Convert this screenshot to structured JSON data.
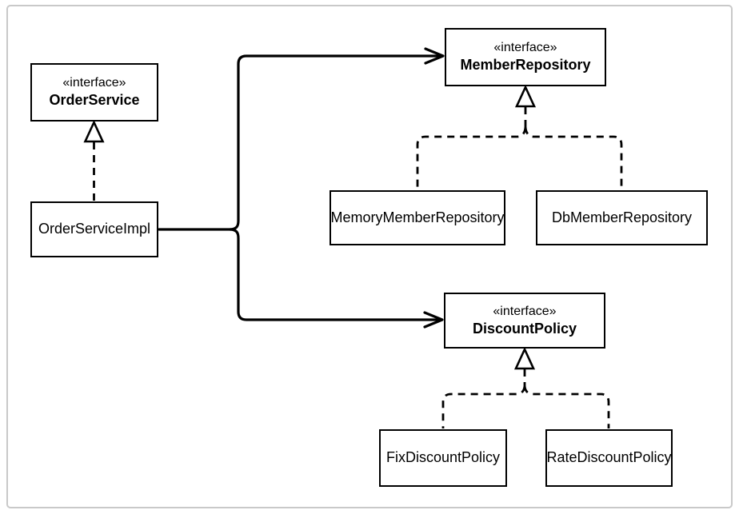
{
  "diagram": {
    "kind": "uml-class-diagram",
    "nodes": {
      "order_service": {
        "stereotype": "«interface»",
        "name": "OrderService"
      },
      "order_service_impl": {
        "name": "OrderServiceImpl"
      },
      "member_repository": {
        "stereotype": "«interface»",
        "name": "MemberRepository"
      },
      "memory_member_repository": {
        "name": "MemoryMemberRepository"
      },
      "db_member_repository": {
        "name": "DbMemberRepository"
      },
      "discount_policy": {
        "stereotype": "«interface»",
        "name": "DiscountPolicy"
      },
      "fix_discount_policy": {
        "name": "FixDiscountPolicy"
      },
      "rate_discount_policy": {
        "name": "RateDiscountPolicy"
      }
    },
    "edges": [
      {
        "from": "OrderServiceImpl",
        "to": "OrderService",
        "type": "realization"
      },
      {
        "from": "MemoryMemberRepository",
        "to": "MemberRepository",
        "type": "realization"
      },
      {
        "from": "DbMemberRepository",
        "to": "MemberRepository",
        "type": "realization"
      },
      {
        "from": "FixDiscountPolicy",
        "to": "DiscountPolicy",
        "type": "realization"
      },
      {
        "from": "RateDiscountPolicy",
        "to": "DiscountPolicy",
        "type": "realization"
      },
      {
        "from": "OrderServiceImpl",
        "to": "MemberRepository",
        "type": "dependency"
      },
      {
        "from": "OrderServiceImpl",
        "to": "DiscountPolicy",
        "type": "dependency"
      }
    ],
    "colors": {
      "line": "#000000",
      "node_border": "#000000",
      "node_fill": "#ffffff",
      "background": "#ffffff",
      "frame_border": "#c9c9c9"
    }
  }
}
